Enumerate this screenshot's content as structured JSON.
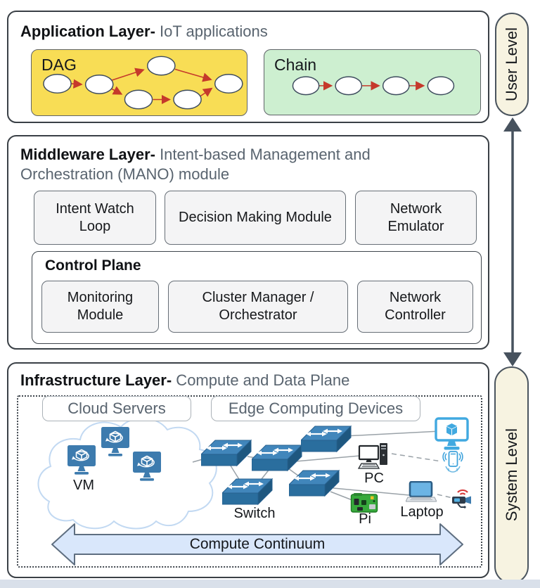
{
  "app_layer": {
    "title_bold": "Application Layer-",
    "title_rest": " IoT applications",
    "dag_label": "DAG",
    "chain_label": "Chain"
  },
  "middleware_layer": {
    "title_bold": "Middleware Layer-",
    "title_rest": " Intent-based Management and Orchestration (MANO) module",
    "modules": [
      "Intent Watch Loop",
      "Decision Making Module",
      "Network Emulator"
    ],
    "control_plane": {
      "title": "Control Plane",
      "modules": [
        "Monitoring Module",
        "Cluster Manager / Orchestrator",
        "Network Controller"
      ]
    }
  },
  "infrastructure_layer": {
    "title_bold": "Infrastructure Layer-",
    "title_rest": " Compute and Data Plane",
    "cloud_servers_label": "Cloud Servers",
    "edge_devices_label": "Edge Computing Devices",
    "vm_label": "VM",
    "switch_label": "Switch",
    "pc_label": "PC",
    "pi_label": "Pi",
    "laptop_label": "Laptop",
    "compute_continuum_label": "Compute Continuum"
  },
  "side_labels": {
    "user_level": "User Level",
    "system_level": "System Level"
  },
  "colors": {
    "dag_fill": "#F8DD55",
    "chain_fill": "#CDEFD0",
    "flow_arrow_red": "#C5392B",
    "module_fill": "#F4F4F5",
    "device_blue": "#3D7BAE",
    "edge_device_blue": "#41A9E0",
    "continuum_fill": "#D9E7FB",
    "level_pill_fill": "#F7F3E1"
  }
}
